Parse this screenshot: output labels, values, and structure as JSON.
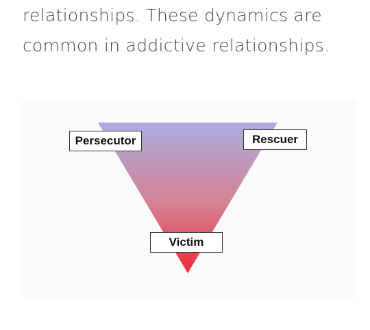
{
  "text": {
    "line1": "relationships.  These dynamics are",
    "line2": "common in addictive relationships."
  },
  "diagram": {
    "labels": {
      "persecutor": "Persecutor",
      "rescuer": "Rescuer",
      "victim": "Victim"
    },
    "colors": {
      "gradient_top": "#a9aee0",
      "gradient_bottom": "#ee2a38",
      "background": "#fbfbfb",
      "border": "#333333"
    }
  }
}
